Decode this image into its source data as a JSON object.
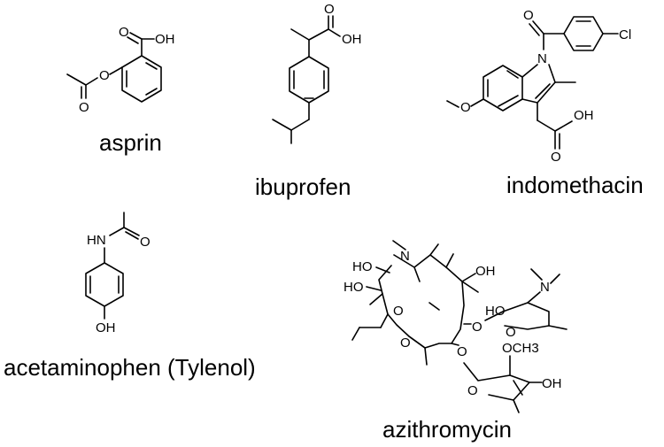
{
  "molecules": {
    "aspirin": {
      "name": "asprin",
      "labels": {
        "oh": "OH",
        "o_ester": "O",
        "o_carbonyl1": "O",
        "o_carbonyl2": "O"
      }
    },
    "ibuprofen": {
      "name": "ibuprofen",
      "labels": {
        "oh": "OH",
        "o_carbonyl": "O"
      }
    },
    "indomethacin": {
      "name": "indomethacin",
      "labels": {
        "n": "N",
        "cl": "Cl",
        "o_carbonyl1": "O",
        "o_methoxy": "O",
        "oh": "OH",
        "o_carbonyl2": "O"
      }
    },
    "acetaminophen": {
      "name": "acetaminophen (Tylenol)",
      "labels": {
        "hn": "HN",
        "o_carbonyl": "O",
        "oh": "OH"
      }
    },
    "azithromycin": {
      "name": "azithromycin",
      "labels": {
        "n_ring": "N",
        "oh1": "HO",
        "oh2": "HO",
        "oh3": "OH",
        "o_lactone": "O",
        "o_carbonyl": "O",
        "o_glyco1": "O",
        "o_glyco2": "O",
        "n_sugar": "N",
        "ho_sugar": "HO",
        "o_sugar_ring": "O",
        "och3": "OCH3",
        "oh_sugar2": "OH",
        "o_sugar_ring2": "O"
      }
    }
  }
}
